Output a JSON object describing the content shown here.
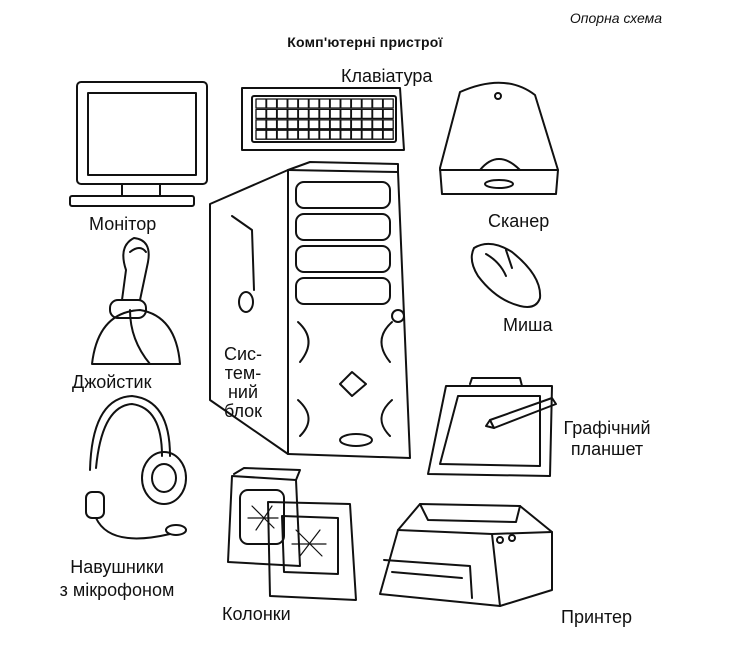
{
  "header": {
    "note": "Опорна схема",
    "title": "Комп'ютерні пристрої"
  },
  "labels": {
    "keyboard": "Клавіатура",
    "monitor": "Монітор",
    "scanner": "Сканер",
    "joystick": "Джойстик",
    "system_unit": [
      "Сис-",
      "тем-",
      "ний",
      "блок"
    ],
    "mouse": "Миша",
    "tablet": [
      "Графічний",
      "планшет"
    ],
    "headset": [
      "Навушники",
      "з мікрофоном"
    ],
    "speakers": "Колонки",
    "printer": "Принтер"
  }
}
